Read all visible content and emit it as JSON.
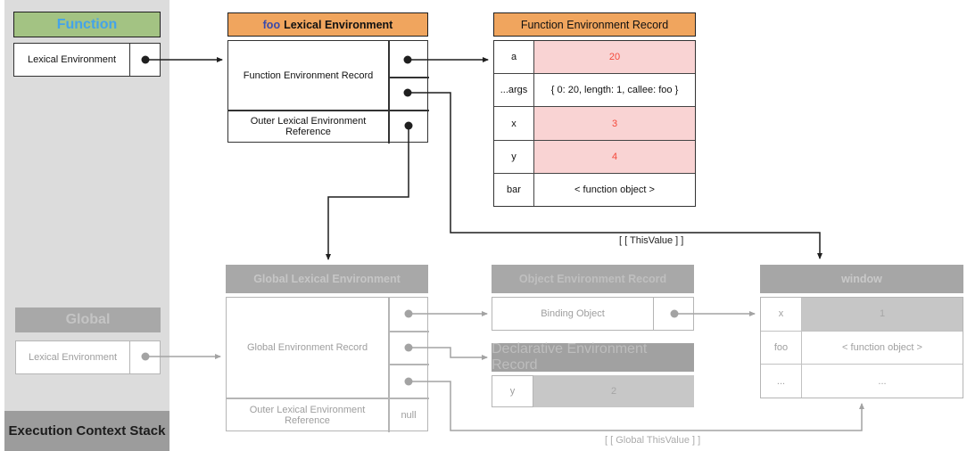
{
  "panel": {
    "stack_label": "Execution Context Stack",
    "function_context": {
      "title": "Function",
      "lexical_env_label": "Lexical Environment"
    },
    "global_context": {
      "title": "Global",
      "lexical_env_label": "Lexical Environment"
    }
  },
  "foo_lexical_environment": {
    "title_prefix": "foo",
    "title_rest": "Lexical Environment",
    "record_label": "Function Environment Record",
    "outer_ref_label": "Outer Lexical Environment Reference"
  },
  "function_environment_record": {
    "title": "Function Environment Record",
    "entries": [
      {
        "name": "a",
        "value": "20",
        "highlight": true
      },
      {
        "name": "...args",
        "value": "{ 0: 20, length: 1, callee: foo }",
        "highlight": false
      },
      {
        "name": "x",
        "value": "3",
        "highlight": true
      },
      {
        "name": "y",
        "value": "4",
        "highlight": true
      },
      {
        "name": "bar",
        "value": "< function object >",
        "highlight": false
      }
    ]
  },
  "global_lexical_environment": {
    "title": "Global Lexical Environment",
    "record_label": "Global Environment Record",
    "outer_ref_label": "Outer Lexical Environment Reference",
    "outer_ref_value": "null"
  },
  "object_environment_record": {
    "title": "Object Environment Record",
    "binding_object_label": "Binding Object"
  },
  "declarative_environment_record": {
    "title": "Declarative Environment Record",
    "entries": [
      {
        "name": "y",
        "value": "2"
      }
    ]
  },
  "window_object": {
    "title": "window",
    "entries": [
      {
        "name": "x",
        "value": "1",
        "highlight": true
      },
      {
        "name": "foo",
        "value": "< function object >",
        "highlight": false
      },
      {
        "name": "...",
        "value": "...",
        "highlight": false
      }
    ]
  },
  "annotations": {
    "this_value": "[ [ ThisValue ] ]",
    "global_this_value": "[ [ Global ThisValue ] ]"
  },
  "colors": {
    "panel_bg": "#dcdcdc",
    "stack_bar_bg": "#9c9c9c",
    "function_header_bg": "#a3c383",
    "function_header_text": "#44a3e9",
    "orange_header_bg": "#f0a55e",
    "foo_prefix_text": "#3949ab",
    "highlight_cell_bg": "#f9d3d3",
    "highlight_cell_text": "#f4483a",
    "inactive_header_bg": "#a8a8a8",
    "inactive_text": "#9e9e9e",
    "inactive_fill_cell": "#c6c6c6",
    "active_line": "#1f1f1f",
    "inactive_line": "#a3a3a3"
  }
}
